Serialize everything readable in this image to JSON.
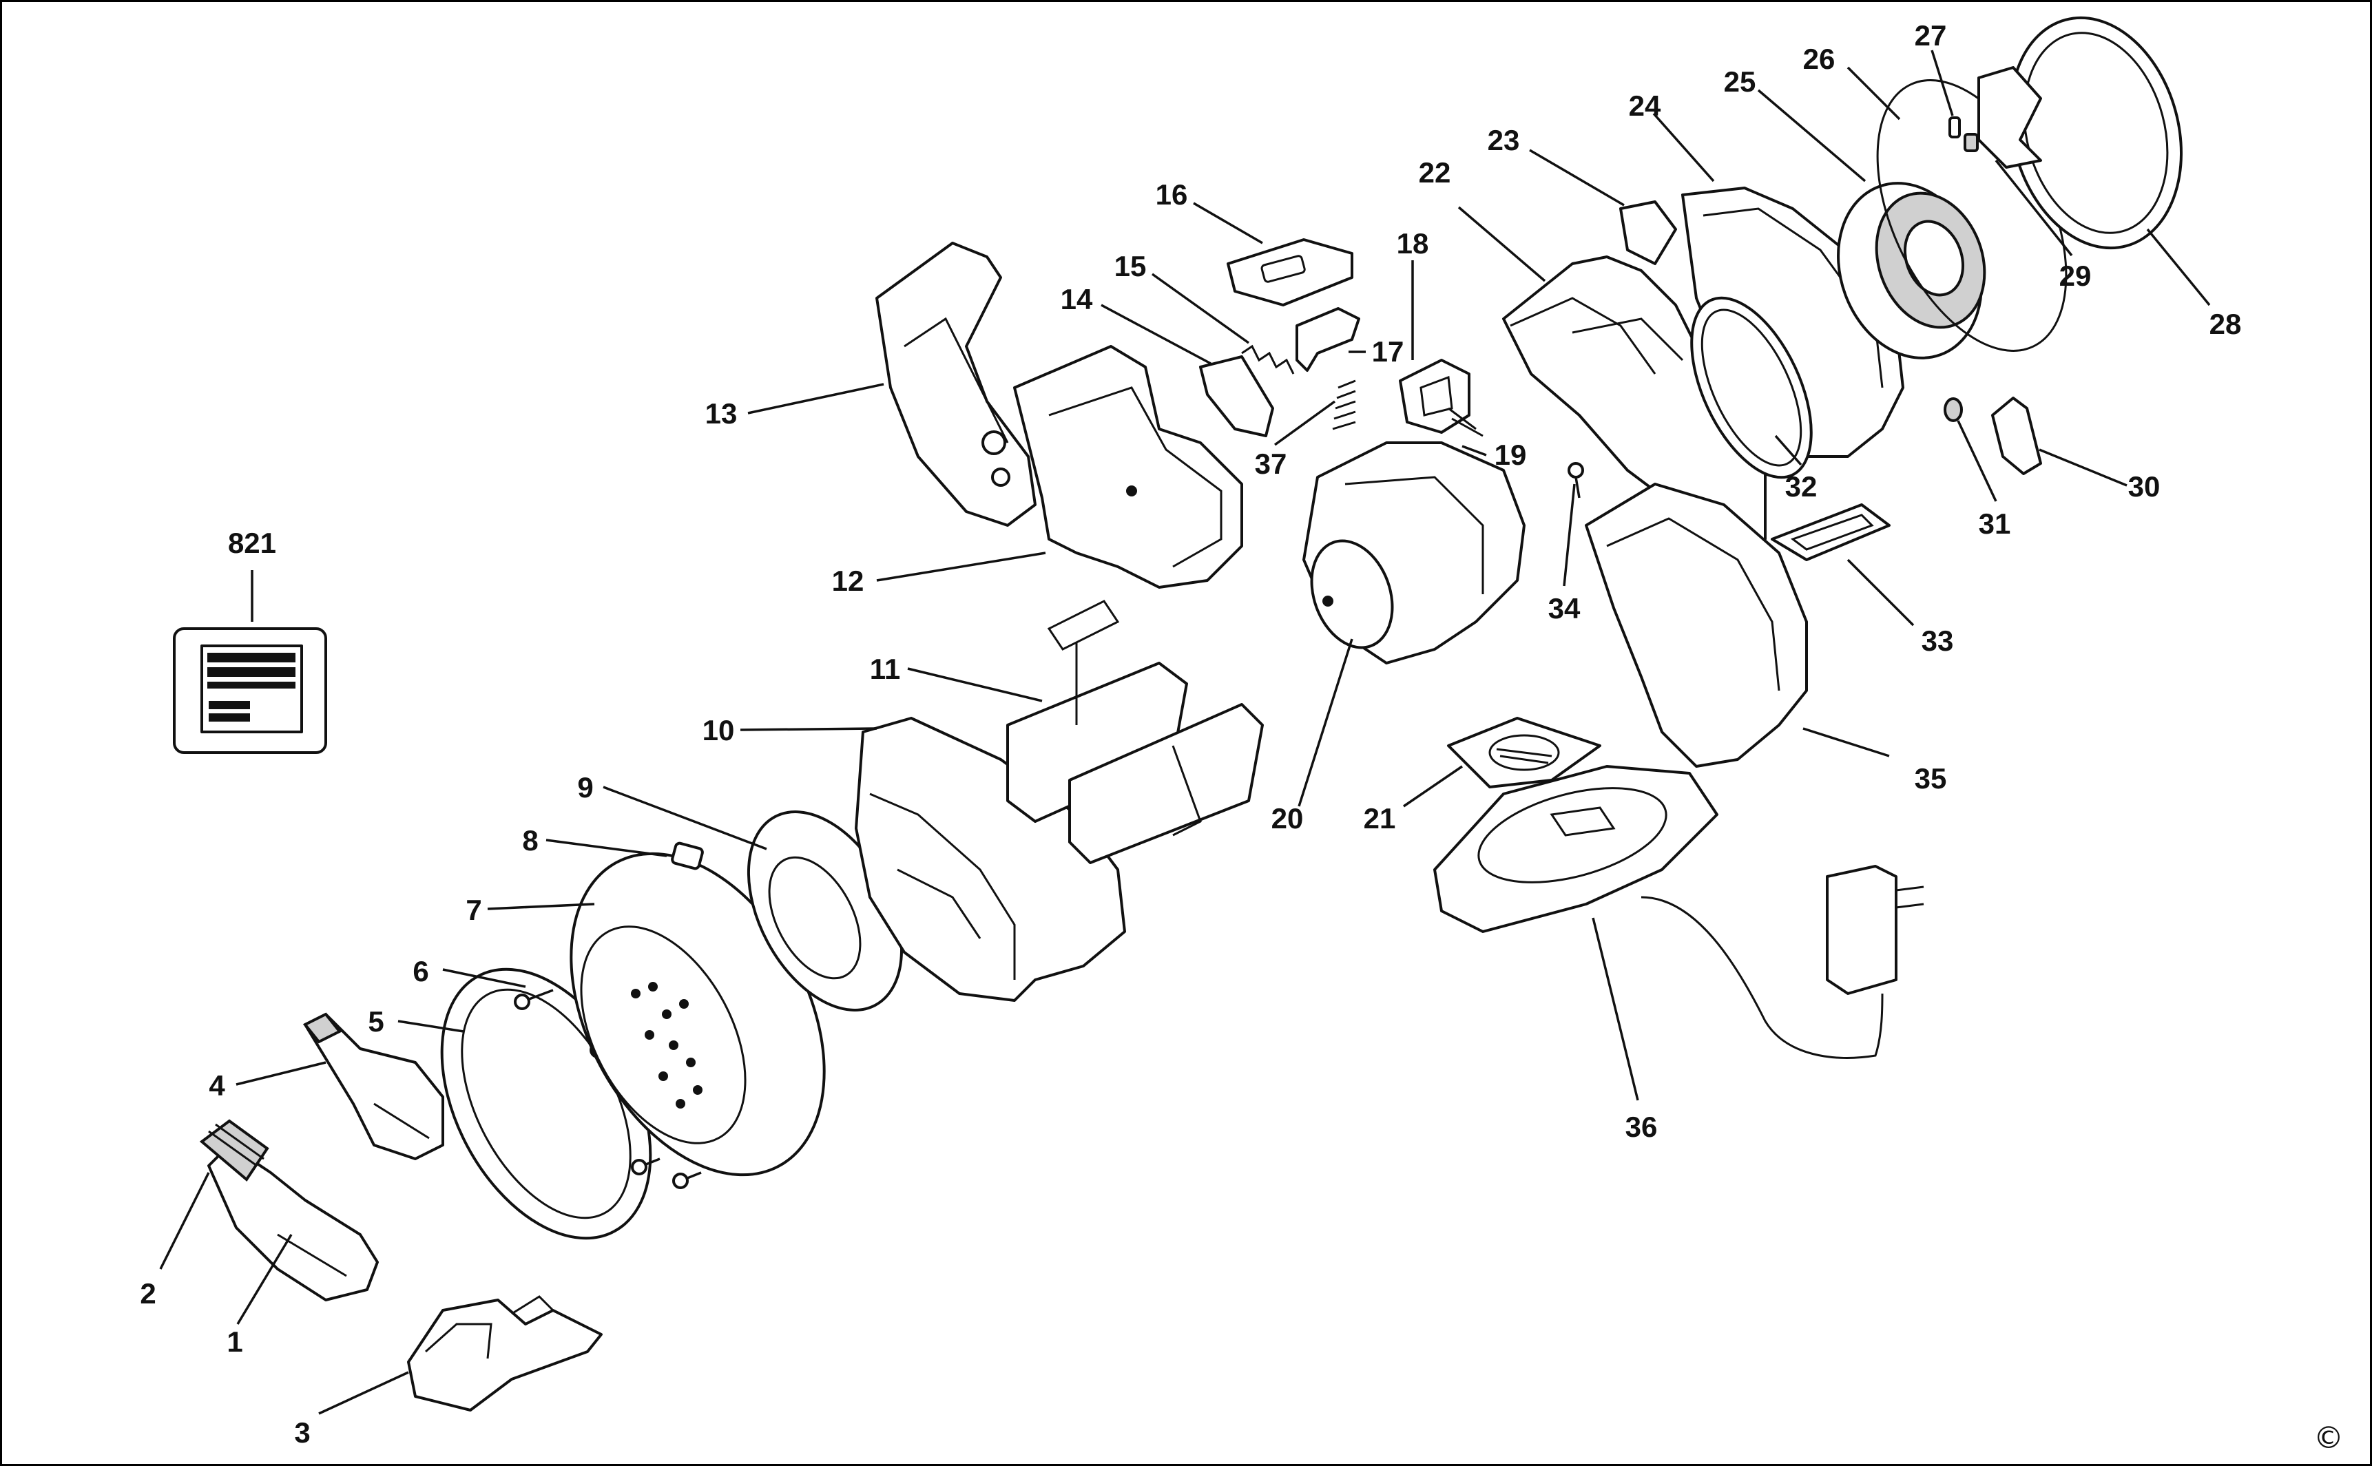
{
  "diagram": {
    "copyright_symbol": "©",
    "kit_label": "821",
    "labels": [
      "1",
      "2",
      "3",
      "4",
      "5",
      "6",
      "7",
      "8",
      "9",
      "10",
      "11",
      "12",
      "13",
      "14",
      "15",
      "16",
      "17",
      "18",
      "19",
      "20",
      "21",
      "22",
      "23",
      "24",
      "25",
      "26",
      "27",
      "28",
      "29",
      "30",
      "31",
      "32",
      "33",
      "34",
      "35",
      "36",
      "37"
    ]
  }
}
